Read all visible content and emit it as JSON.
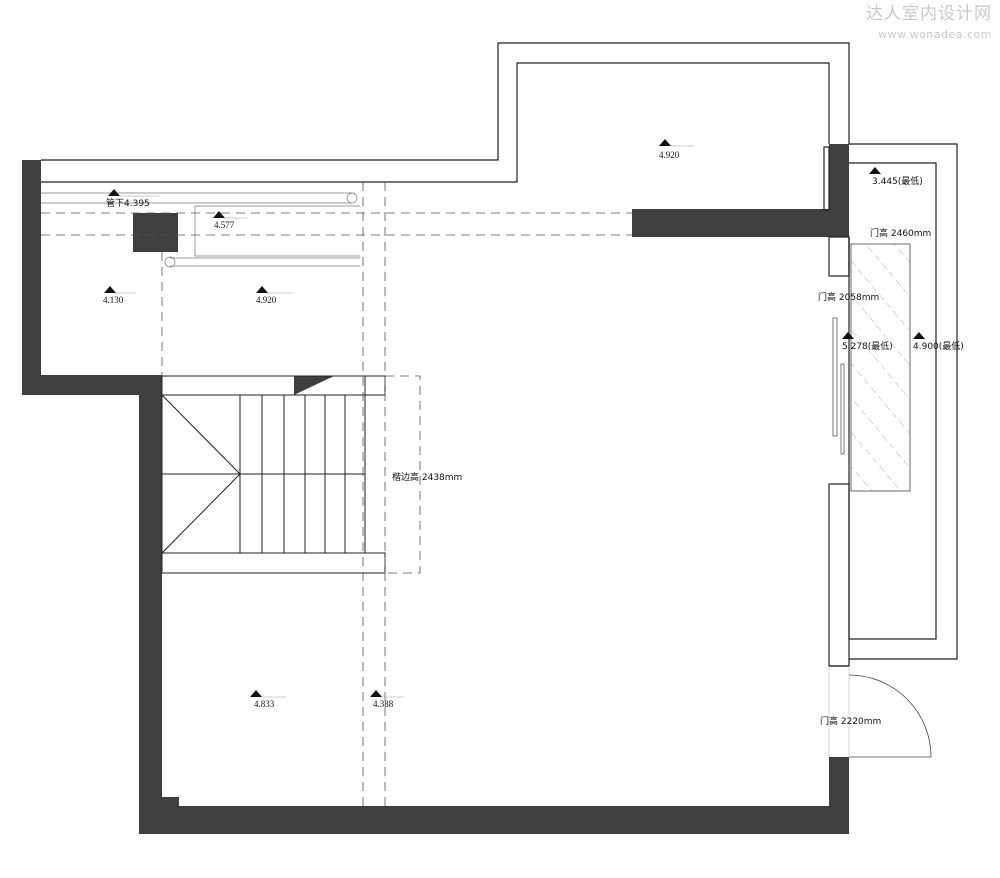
{
  "watermark": {
    "brand": "达人室内设计网",
    "url": "www.wonadea.com"
  },
  "elevations": {
    "e_pipe": "管下4.395",
    "e_4577": "4.577",
    "e_4130": "4.130",
    "e_4920_left": "4.920",
    "e_4920_top": "4.920",
    "e_3445": "3.445(最低)",
    "e_5278": "5.278(最低)",
    "e_4900": "4.900(最低)",
    "e_4833": "4.833",
    "e_4388": "4.388"
  },
  "dimensions": {
    "door_2460": "门高 2460mm",
    "door_2058": "门高 2058mm",
    "beam_2438": "楷边高 2438mm",
    "door_2220": "门高 2220mm"
  },
  "colors": {
    "wall": "#3f3f3f",
    "line": "#222222",
    "hatch": "#888888",
    "watermark": "#c9c9c9"
  }
}
